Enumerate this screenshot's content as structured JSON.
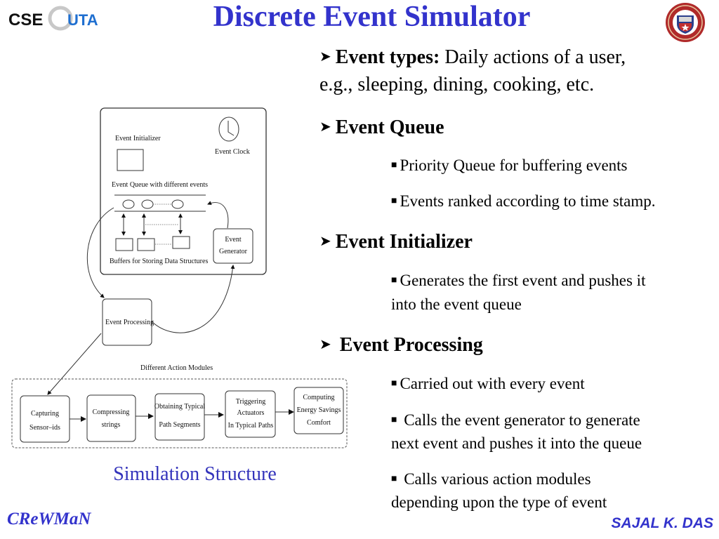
{
  "header": {
    "title": "Discrete Event Simulator",
    "logo_left": {
      "icon": "cse-uta-logo",
      "text_dark": "CSE",
      "text_blue": "UTA"
    },
    "logo_right": {
      "icon": "university-seal"
    }
  },
  "colors": {
    "title": "#3333cc",
    "footer": "#3333cc",
    "caption": "#3333bb",
    "body_text": "#000000"
  },
  "diagram": {
    "event_initializer": "Event  Initializer",
    "event_clock": "Event Clock",
    "event_queue": "Event Queue with different events",
    "buffers": "Buffers for Storing Data Structures",
    "event_generator": [
      "Event",
      "Generator"
    ],
    "event_processing": "Event  Processing",
    "action_modules_label": "Different  Action Modules",
    "modules": [
      {
        "lines": [
          "Capturing",
          "Sensor–ids"
        ]
      },
      {
        "lines": [
          "Compressing",
          "strings"
        ]
      },
      {
        "lines": [
          "Obtaining Typical",
          "Path Segments"
        ]
      },
      {
        "lines": [
          "Triggering",
          "Actuators",
          "In  Typical Paths"
        ]
      },
      {
        "lines": [
          "Computing",
          "Energy Savings",
          "Comfort"
        ]
      }
    ]
  },
  "caption": "Simulation Structure",
  "bullets": {
    "event_types": {
      "label": "Event types:",
      "text1": " Daily actions of a user,",
      "text2": "e.g., sleeping, dining, cooking, etc."
    },
    "event_queue": {
      "label": "Event Queue",
      "items": [
        "Priority Queue for buffering events",
        "Events ranked according to time stamp."
      ]
    },
    "event_initializer": {
      "label": "Event Initializer",
      "items": [
        {
          "line1": "Generates the first event and pushes it",
          "line2": "into the event queue"
        }
      ]
    },
    "event_processing": {
      "label": "Event Processing",
      "items": [
        {
          "line1": "Carried out with every event"
        },
        {
          "line1": " Calls the event generator to generate",
          "line2": "next event and pushes it into the queue"
        },
        {
          "line1": " Calls various action modules",
          "line2": "depending upon the type of event"
        }
      ]
    }
  },
  "footer": {
    "left": "CReWMaN",
    "right": "SAJAL K. DAS"
  }
}
